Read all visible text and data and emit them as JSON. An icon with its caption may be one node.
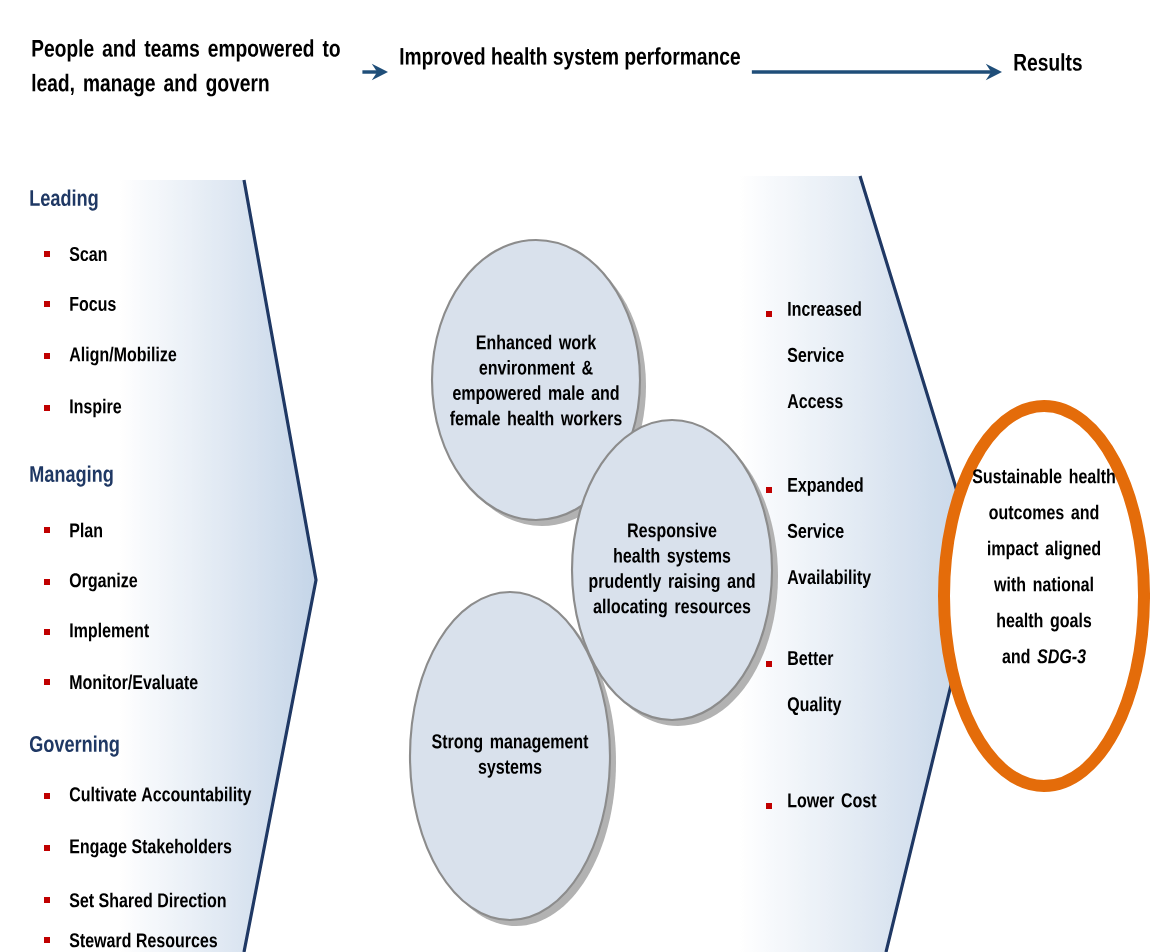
{
  "diagram": {
    "nodes": [
      {
        "text": [
          "People and teams empowered to lead, manage and govern"
        ]
      },
      {
        "text": [
          "Improved health system performance"
        ]
      },
      {
        "text": [
          "Results"
        ]
      },
      {
        "text": [
          "Leading",
          "Scan",
          "Focus",
          "Align/Mobilize",
          "Inspire",
          "Managing",
          "Plan",
          "Organize",
          "Implement",
          "Monitor/Evaluate",
          "Governing",
          "Cultivate Accountability",
          "Engage Stakeholders",
          "Set Shared Direction",
          "Steward Resources"
        ]
      },
      {
        "text": [
          "Enhanced work environment & empowered male and female health workers"
        ]
      },
      {
        "text": [
          "Responsive health systems prudently raising and allocating resources"
        ]
      },
      {
        "text": [
          "Strong management systems"
        ]
      },
      {
        "text": [
          "Increased Service Access",
          "Expanded Service Availability",
          "Better Quality",
          "Lower Cost"
        ]
      },
      {
        "text": [
          "Sustainable health outcomes and impact aligned with national health goals and *SDG-3*"
        ]
      }
    ],
    "edges": [
      {
        "from": 0,
        "to": 1,
        "arrow": "to"
      },
      {
        "from": 1,
        "to": 2,
        "arrow": "to"
      }
    ]
  }
}
